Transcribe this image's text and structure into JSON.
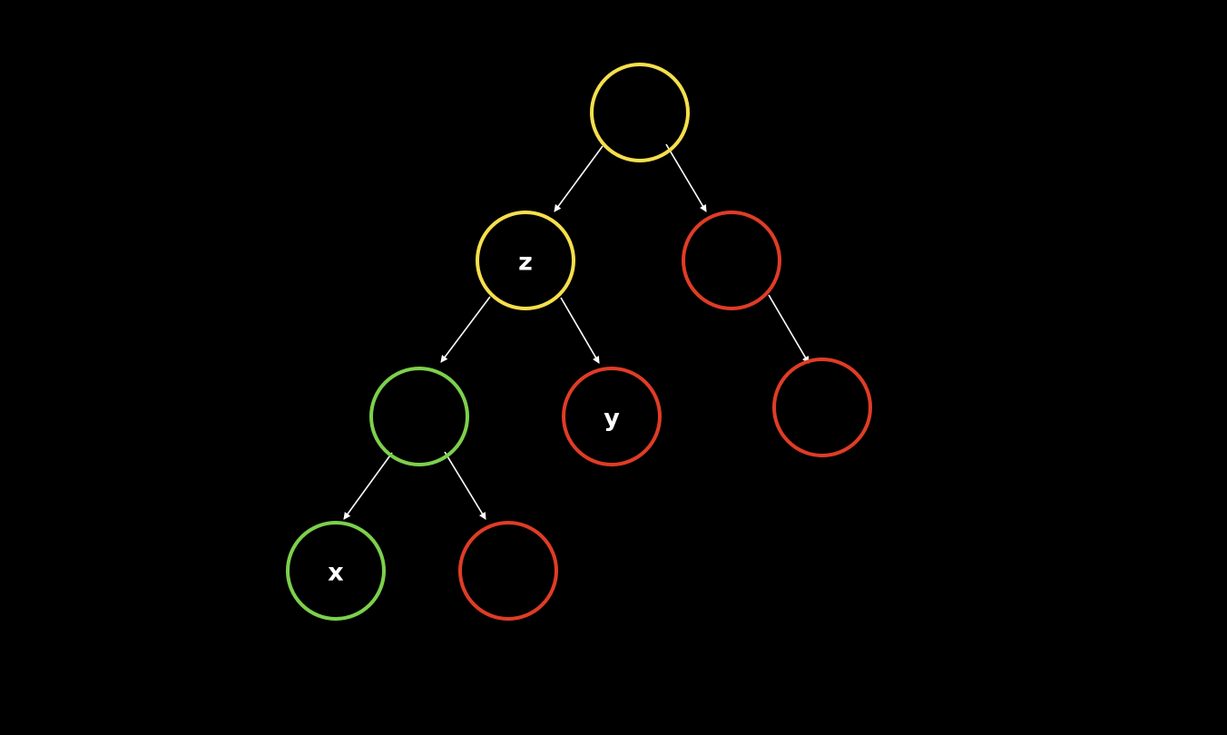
{
  "colors": {
    "yellow": "#f6df4c",
    "red": "#e03c26",
    "green": "#7dd04c",
    "edge": "#ffffff",
    "background": "#000000"
  },
  "nodes": {
    "root": {
      "label": "",
      "color": "yellow"
    },
    "z": {
      "label": "z",
      "color": "yellow"
    },
    "right": {
      "label": "",
      "color": "red"
    },
    "left_left": {
      "label": "",
      "color": "green"
    },
    "y": {
      "label": "y",
      "color": "red"
    },
    "right_right": {
      "label": "",
      "color": "red"
    },
    "x": {
      "label": "x",
      "color": "green"
    },
    "left_left_right": {
      "label": "",
      "color": "red"
    }
  },
  "edges": [
    [
      "root",
      "z"
    ],
    [
      "root",
      "right"
    ],
    [
      "z",
      "left_left"
    ],
    [
      "z",
      "y"
    ],
    [
      "right",
      "right_right"
    ],
    [
      "left_left",
      "x"
    ],
    [
      "left_left",
      "left_left_right"
    ]
  ]
}
